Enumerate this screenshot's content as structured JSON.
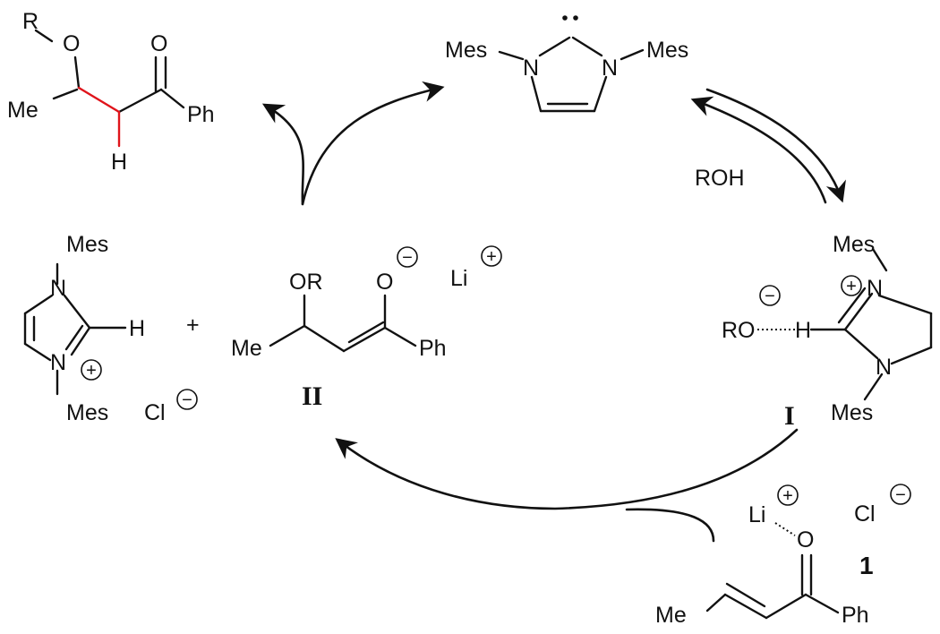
{
  "labels": {
    "mes": "Mes",
    "n": "N",
    "o": "O",
    "r": "R",
    "me": "Me",
    "ph": "Ph",
    "h": "H",
    "li": "Li",
    "cl": "Cl",
    "or": "OR",
    "ro": "RO",
    "roh": "ROH",
    "plus": "+",
    "compound_ii": "II",
    "compound_i": "I",
    "compound_1": "1"
  },
  "charges": {
    "positive": "+",
    "negative": "−"
  }
}
